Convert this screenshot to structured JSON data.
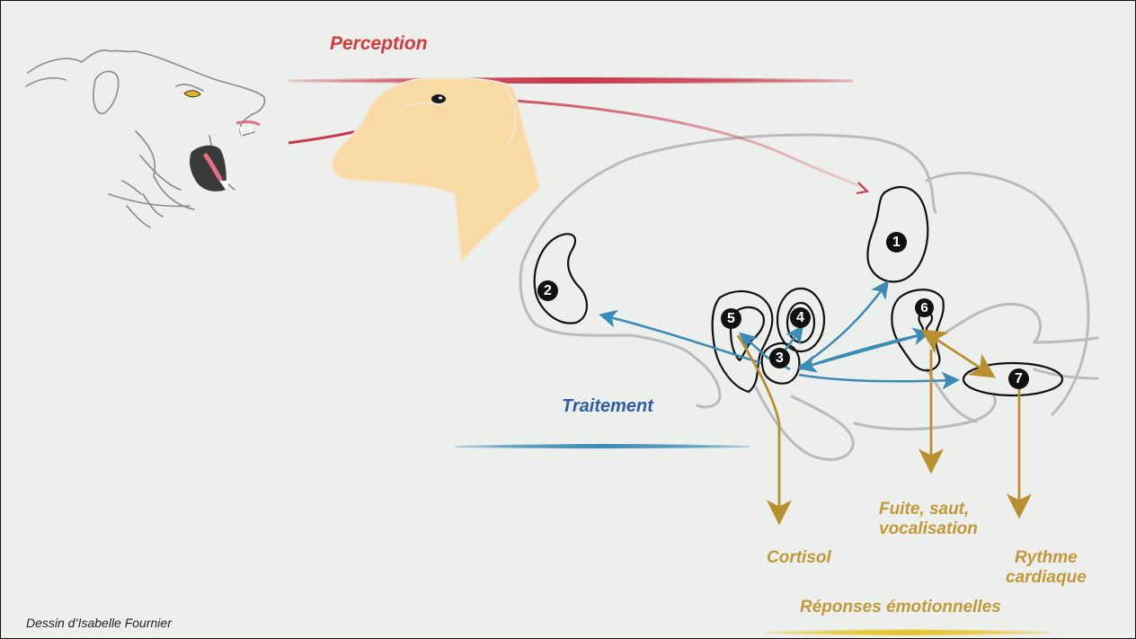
{
  "labels": {
    "perception": "Perception",
    "traitement": "Traitement",
    "cortisol": "Cortisol",
    "fuite_line1": "Fuite, saut,",
    "fuite_line2": "vocalisation",
    "rythme_line1": "Rythme",
    "rythme_line2": "cardiaque",
    "reponses": "Réponses émotionnelles",
    "credit": "Dessin d’Isabelle Fournier"
  },
  "brain_regions": [
    "1",
    "2",
    "3",
    "4",
    "5",
    "6",
    "7"
  ],
  "colors": {
    "background": "#ecefeb",
    "perception": "#d63b3b",
    "traitement": "#2e5ea8",
    "responses": "#c2993a",
    "pathway_perception": "#c8374a",
    "pathway_processing": "#3a8bb5",
    "pathway_response": "#b8902f",
    "sheep_head": "#f9d9a4",
    "brain_outline": "#b9bcb9"
  },
  "icons": {
    "predator": "wolf-head-icon",
    "prey": "sheep-head-icon"
  }
}
